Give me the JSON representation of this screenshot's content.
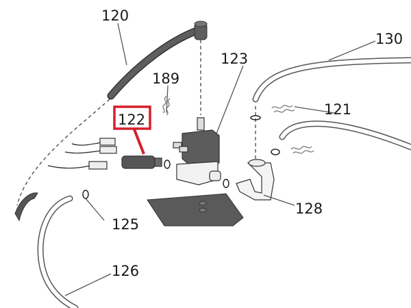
{
  "diagram": {
    "labels": {
      "p120": "120",
      "p189": "189",
      "p122": "122",
      "p123": "123",
      "p130": "130",
      "p121": "121",
      "p125": "125",
      "p126": "126",
      "p128": "128"
    },
    "highlight_color": "#d6202a",
    "part_color": "#5a5a5a"
  }
}
